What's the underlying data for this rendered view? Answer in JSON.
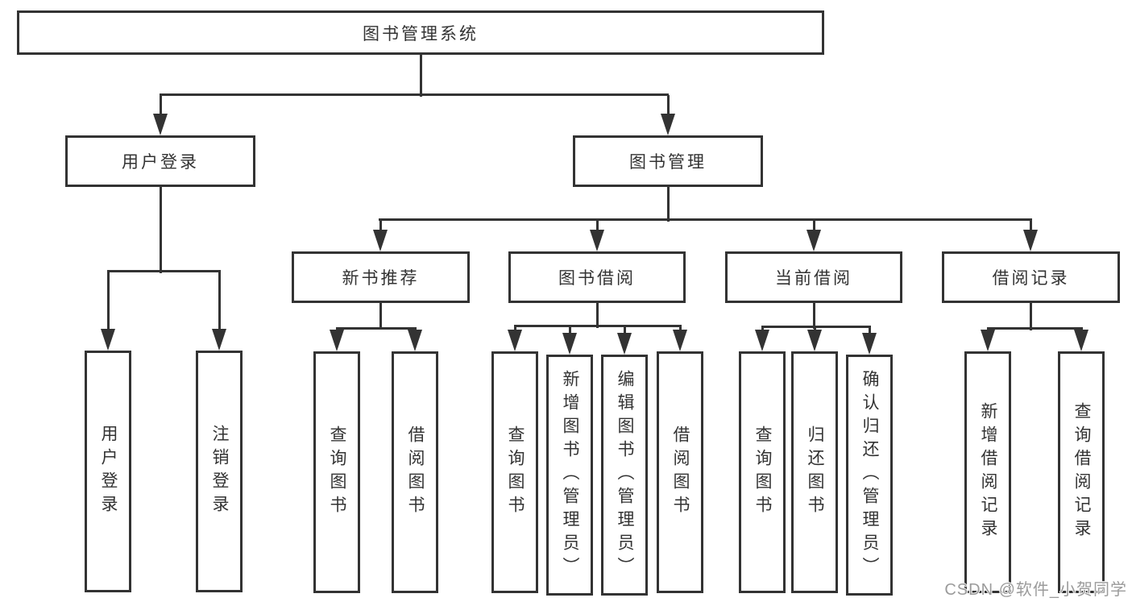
{
  "diagram": {
    "title": "图书管理系统",
    "watermark": "CSDN @软件_小贺同学",
    "colors": {
      "line": "#333333",
      "text": "#333333",
      "background": "#ffffff",
      "watermark": "#9b9b9b"
    },
    "nodes": [
      {
        "id": "library-management-system",
        "label": "图书管理系统",
        "parent": null,
        "orientation": "horizontal"
      },
      {
        "id": "user-login",
        "label": "用户登录",
        "parent": "library-management-system",
        "orientation": "horizontal"
      },
      {
        "id": "book-management",
        "label": "图书管理",
        "parent": "library-management-system",
        "orientation": "horizontal"
      },
      {
        "id": "new-book-recommendation",
        "label": "新书推荐",
        "parent": "book-management",
        "orientation": "horizontal"
      },
      {
        "id": "book-borrowing",
        "label": "图书借阅",
        "parent": "book-management",
        "orientation": "horizontal"
      },
      {
        "id": "current-borrowing",
        "label": "当前借阅",
        "parent": "book-management",
        "orientation": "horizontal"
      },
      {
        "id": "borrowing-records",
        "label": "借阅记录",
        "parent": "book-management",
        "orientation": "horizontal"
      },
      {
        "id": "leaf-user-login",
        "label": "用户登录",
        "parent": "user-login",
        "orientation": "vertical"
      },
      {
        "id": "leaf-logout",
        "label": "注销登录",
        "parent": "user-login",
        "orientation": "vertical"
      },
      {
        "id": "leaf-query-books-1",
        "label": "查询图书",
        "parent": "new-book-recommendation",
        "orientation": "vertical"
      },
      {
        "id": "leaf-borrow-books-1",
        "label": "借阅图书",
        "parent": "new-book-recommendation",
        "orientation": "vertical"
      },
      {
        "id": "leaf-query-books-2",
        "label": "查询图书",
        "parent": "book-borrowing",
        "orientation": "vertical"
      },
      {
        "id": "leaf-add-book-admin",
        "label": "新增图书（管理员）",
        "parent": "book-borrowing",
        "orientation": "vertical"
      },
      {
        "id": "leaf-edit-book-admin",
        "label": "编辑图书（管理员）",
        "parent": "book-borrowing",
        "orientation": "vertical"
      },
      {
        "id": "leaf-borrow-books-2",
        "label": "借阅图书",
        "parent": "book-borrowing",
        "orientation": "vertical"
      },
      {
        "id": "leaf-query-books-3",
        "label": "查询图书",
        "parent": "current-borrowing",
        "orientation": "vertical"
      },
      {
        "id": "leaf-return-books",
        "label": "归还图书",
        "parent": "current-borrowing",
        "orientation": "vertical"
      },
      {
        "id": "leaf-confirm-return-admin",
        "label": "确认归还（管理员）",
        "parent": "current-borrowing",
        "orientation": "vertical"
      },
      {
        "id": "leaf-add-borrow-record",
        "label": "新增借阅记录",
        "parent": "borrowing-records",
        "orientation": "vertical"
      },
      {
        "id": "leaf-query-borrow-record",
        "label": "查询借阅记录",
        "parent": "borrowing-records",
        "orientation": "vertical"
      }
    ]
  }
}
